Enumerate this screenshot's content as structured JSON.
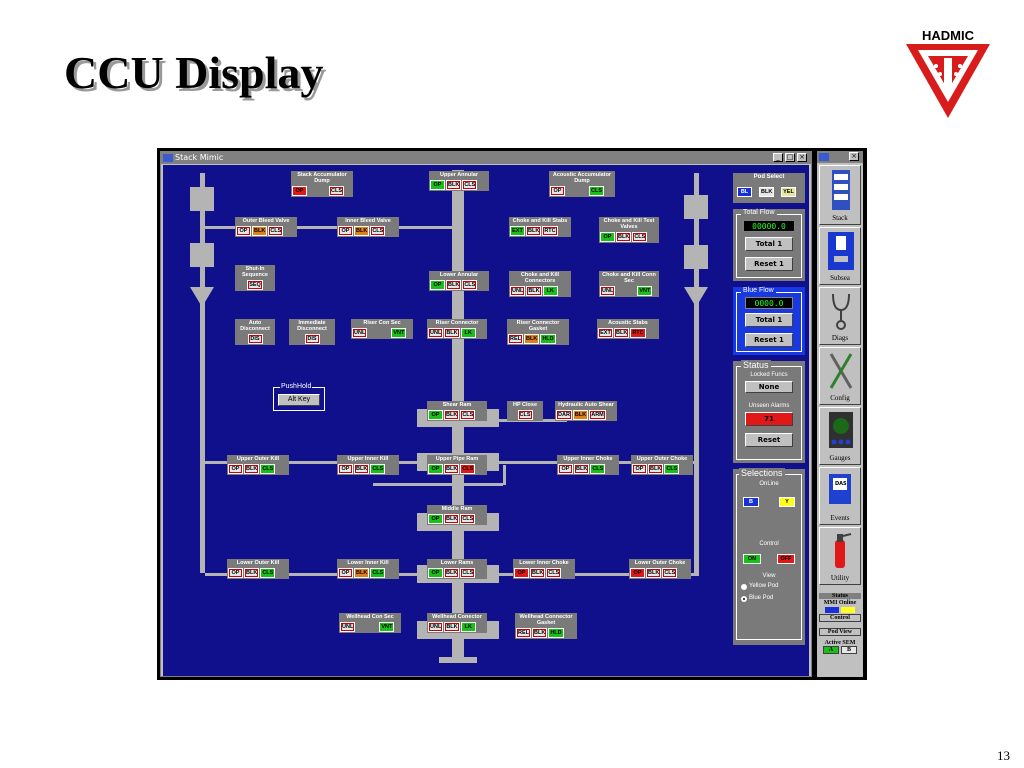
{
  "slide": {
    "title": "CCU Display",
    "page_number": "13",
    "logo_text": "HADMIC"
  },
  "window": {
    "title": "Stack Mimic",
    "min": "_",
    "max": "□",
    "close": "×"
  },
  "pushhold": {
    "title": "PushHold",
    "button": "Alt Key"
  },
  "groups": {
    "stack_acc_dump": {
      "label": "Stack Accumulator Dump",
      "b1": "OP",
      "b2": "CLS"
    },
    "upper_annular": {
      "label": "Upper Annular",
      "b1": "OP",
      "b2": "BLK",
      "b3": "CLS"
    },
    "acoustic_acc_dump": {
      "label": "Acoustic Accumulator Dump",
      "b1": "OP",
      "b2": "CLS"
    },
    "outer_bleed": {
      "label": "Outer Bleed Valve",
      "b1": "OP",
      "b2": "BLK",
      "b3": "CLS"
    },
    "inner_bleed": {
      "label": "Inner Bleed Valve",
      "b1": "OP",
      "b2": "BLK",
      "b3": "CLS"
    },
    "ck_stabs": {
      "label": "Choke and Kill Stabs",
      "b1": "EXT",
      "b2": "BLK",
      "b3": "RTC"
    },
    "ck_test": {
      "label": "Choke and Kill Test Valves",
      "b1": "OP",
      "b2": "BLK",
      "b3": "CLS"
    },
    "shutin": {
      "label": "Shut-In Sequence",
      "b1": "SEQ"
    },
    "lower_annular": {
      "label": "Lower Annular",
      "b1": "OP",
      "b2": "BLK",
      "b3": "CLS"
    },
    "ck_conn": {
      "label": "Choke and Kill Connectors",
      "b1": "UNL",
      "b2": "BLK",
      "b3": "LK"
    },
    "ck_conn_sec": {
      "label": "Choke and Kill Conn Sec",
      "b1": "UNL",
      "b2": "VNT"
    },
    "auto_disc": {
      "label": "Auto Disconnect",
      "b1": "DIS"
    },
    "imm_disc": {
      "label": "Immediate Disconnect",
      "b1": "DIS"
    },
    "riser_con_sec": {
      "label": "Riser Con Sec",
      "b1": "UNL",
      "b2": "VNT"
    },
    "riser_conn": {
      "label": "Riser Connector",
      "b1": "UNL",
      "b2": "BLK",
      "b3": "LK"
    },
    "riser_gasket": {
      "label": "Riser Connector Gasket",
      "b1": "REL",
      "b2": "BLK",
      "b3": "HLD"
    },
    "acoustic_stabs": {
      "label": "Acoustic Stabs",
      "b1": "EXT",
      "b2": "BLK",
      "b3": "RTC"
    },
    "shear_ram": {
      "label": "Shear Ram",
      "b1": "OP",
      "b2": "BLK",
      "b3": "CLS"
    },
    "hp_close": {
      "label": "HP Close",
      "b1": "CLS"
    },
    "hyd_auto_shear": {
      "label": "Hydraulic Auto Shear",
      "b1": "DAR",
      "b2": "BLK",
      "b3": "ARM"
    },
    "upper_outer_kill": {
      "label": "Upper Outer Kill",
      "b1": "OP",
      "b2": "BLK",
      "b3": "CLS"
    },
    "upper_inner_kill": {
      "label": "Upper Inner Kill",
      "b1": "OP",
      "b2": "BLK",
      "b3": "CLS"
    },
    "upper_pipe_ram": {
      "label": "Upper Pipe Ram",
      "b1": "OP",
      "b2": "BLK",
      "b3": "CLS"
    },
    "upper_inner_choke": {
      "label": "Upper Inner Choke",
      "b1": "OP",
      "b2": "BLK",
      "b3": "CLS"
    },
    "upper_outer_choke": {
      "label": "Upper Outer Choke",
      "b1": "OP",
      "b2": "BLK",
      "b3": "CLS"
    },
    "middle_ram": {
      "label": "Middle Ram",
      "b1": "OP",
      "b2": "BLK",
      "b3": "CLS"
    },
    "lower_outer_kill": {
      "label": "Lower Outer Kill",
      "b1": "OP",
      "b2": "BLK",
      "b3": "CLS"
    },
    "lower_inner_kill": {
      "label": "Lower Inner Kill",
      "b1": "OP",
      "b2": "BLK",
      "b3": "CLS"
    },
    "lower_rams": {
      "label": "Lower Rams",
      "b1": "OP",
      "b2": "BLK",
      "b3": "CLS"
    },
    "lower_inner_choke": {
      "label": "Lower Inner Choke",
      "b1": "OP",
      "b2": "BLK",
      "b3": "CLS"
    },
    "lower_outer_choke": {
      "label": "Lower Outer Choke",
      "b1": "OP",
      "b2": "BLK",
      "b3": "CLS"
    },
    "wellhead_con_sec": {
      "label": "Wellhead Con Sec",
      "b1": "UNL",
      "b2": "VNT"
    },
    "wellhead_conn": {
      "label": "Wellhead Conector",
      "b1": "UNL",
      "b2": "BLK",
      "b3": "LK"
    },
    "wellhead_gasket": {
      "label": "Wellhead Connector Gasket",
      "b1": "REL",
      "b2": "BLK",
      "b3": "HLD"
    }
  },
  "pod_select": {
    "title": "Pod Select",
    "bl": "BL",
    "blk": "BLK",
    "yel": "YEL"
  },
  "total_flow": {
    "title": "Total Flow",
    "value": "00000.0",
    "total_btn": "Total 1",
    "reset_btn": "Reset 1"
  },
  "blue_flow": {
    "title": "Blue Flow",
    "value": "0000.0",
    "total_btn": "Total 1",
    "reset_btn": "Reset 1"
  },
  "status": {
    "title": "Status",
    "locked_label": "Locked Funcs",
    "locked_value": "None",
    "unseen_label": "Unseen Alarms",
    "unseen_value": "71",
    "reset_btn": "Reset"
  },
  "selections": {
    "title": "Selections",
    "online_label": "OnLine",
    "b": "B",
    "y": "Y",
    "control_label": "Control",
    "on": "ON",
    "off": "OFF",
    "view_label": "View",
    "yellow_pod": "Yellow Pod",
    "blue_pod": "Blue Pod"
  },
  "toolbar": {
    "stack": "Stack",
    "subsea": "Subsea",
    "diags": "Diags",
    "config": "Config",
    "gauges": "Gauges",
    "events": "Events",
    "utility": "Utility",
    "events_icon_text": "DAS",
    "status_label": "Status",
    "mmi_online": "MMI Online",
    "control": "Control",
    "pod_view": "Pod View",
    "active_sem": "Active SEM",
    "sem_a": "A",
    "sem_b": "B"
  },
  "colors": {
    "canvas": "#10108c",
    "pipe": "#b4b4b4",
    "active_green": "#18c018",
    "alarm_red": "#e01818",
    "block_orange": "#e08018"
  }
}
